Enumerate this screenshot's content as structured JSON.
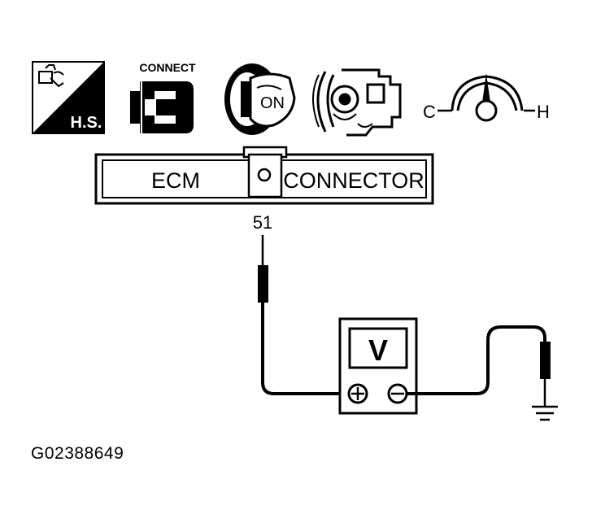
{
  "icons": {
    "hs_label": "H.S.",
    "connect_label": "CONNECT",
    "ignition_label": "ON",
    "temp_cold_label": "C",
    "temp_hot_label": "H"
  },
  "connector": {
    "left_label": "ECM",
    "right_label": "CONNECTOR",
    "terminal_number": "51"
  },
  "meter": {
    "mode_label": "V",
    "positive_symbol": "⊕",
    "negative_symbol": "⊖"
  },
  "figure_code": "G02388649",
  "colors": {
    "ink": "#000000",
    "paper": "#ffffff"
  }
}
